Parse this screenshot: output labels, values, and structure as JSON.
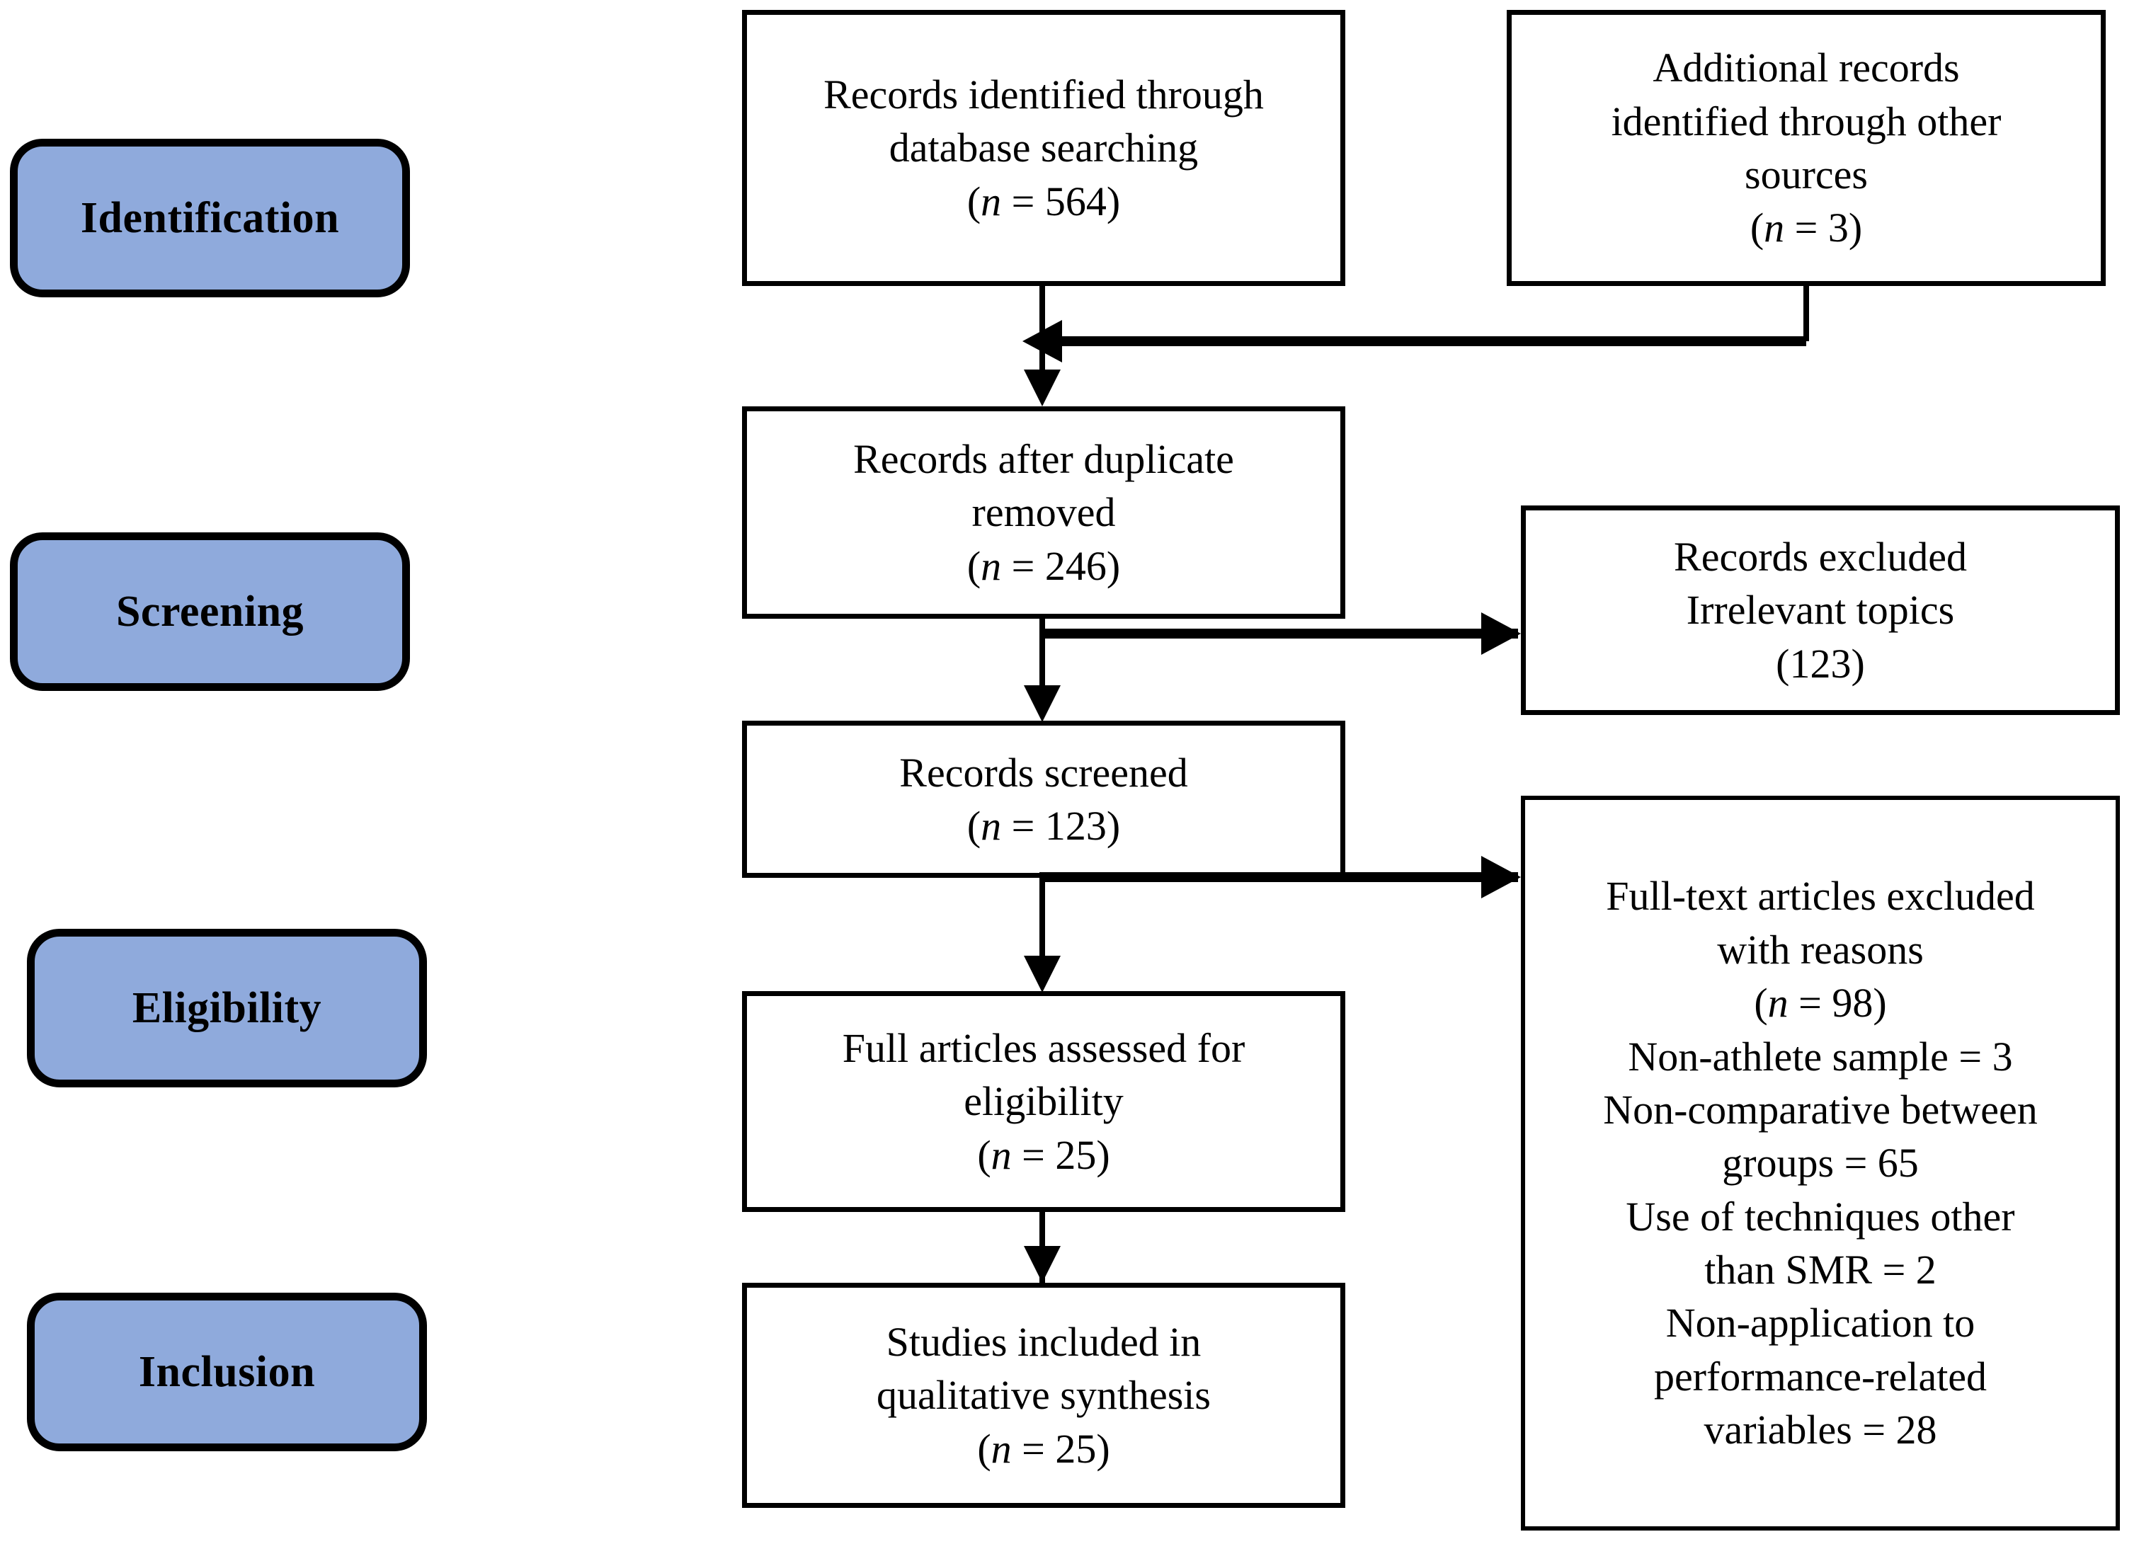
{
  "diagram": {
    "type": "prisma-flow-diagram",
    "accent_color": "#8FAADC",
    "line_color": "#000000",
    "background_color": "#FFFFFF",
    "stages": [
      {
        "id": "identification",
        "label": "Identification"
      },
      {
        "id": "screening",
        "label": "Screening"
      },
      {
        "id": "eligibility",
        "label": "Eligibility"
      },
      {
        "id": "inclusion",
        "label": "Inclusion"
      }
    ],
    "boxes": {
      "records_database": {
        "line1": "Records identified through",
        "line2": "database searching",
        "count_open": "(",
        "count_n": "n",
        "count_eq": " = 564)"
      },
      "records_other": {
        "line1": "Additional records",
        "line2": "identified through other",
        "line3": "sources",
        "count_open": "(",
        "count_n": "n",
        "count_eq": " = 3)"
      },
      "records_dedup": {
        "line1": "Records after duplicate",
        "line2": "removed",
        "count_open": "(",
        "count_n": "n",
        "count_eq": " = 246)"
      },
      "records_excluded": {
        "line1": "Records excluded",
        "line2": "Irrelevant topics",
        "line3": "(123)"
      },
      "records_screened": {
        "line1": "Records screened",
        "count_open": "(",
        "count_n": "n",
        "count_eq": " = 123)"
      },
      "fulltext_excluded": {
        "line1": "Full-text articles excluded",
        "line2": "with reasons",
        "count_open": "(",
        "count_n": "n",
        "count_eq": " = 98)",
        "reason1": "Non-athlete sample = 3",
        "reason2a": "Non-comparative between",
        "reason2b": "groups = 65",
        "reason3a": "Use of techniques other",
        "reason3b": "than SMR = 2",
        "reason4a": "Non-application to",
        "reason4b": "performance-related",
        "reason4c": "variables = 28"
      },
      "fulltext_assessed": {
        "line1": "Full articles assessed for",
        "line2": "eligibility",
        "count_open": "(",
        "count_n": "n",
        "count_eq": " = 25)"
      },
      "studies_included": {
        "line1": "Studies included in",
        "line2": "qualitative synthesis",
        "count_open": "(",
        "count_n": "n",
        "count_eq": " = 25)"
      }
    }
  }
}
